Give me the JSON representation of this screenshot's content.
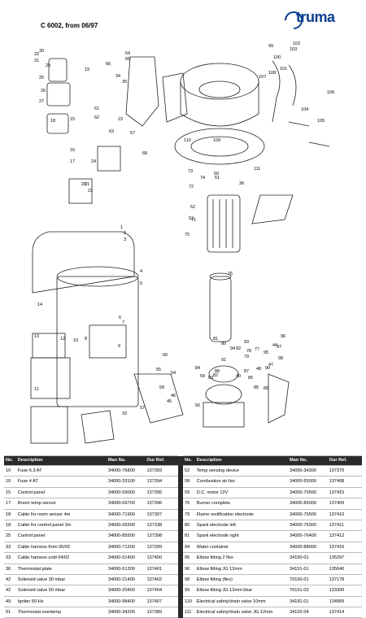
{
  "header": {
    "title": "C 6002, from 06/97",
    "logo_text": "truma"
  },
  "diagram": {
    "labels": [
      "28",
      "32",
      "31",
      "30",
      "29",
      "25",
      "27",
      "26",
      "19",
      "24",
      "20",
      "23",
      "18",
      "15",
      "16",
      "17",
      "21",
      "22",
      "14",
      "13",
      "12",
      "10",
      "11",
      "1",
      "2",
      "3",
      "4",
      "5",
      "6",
      "7",
      "8",
      "9",
      "33",
      "34",
      "35",
      "36",
      "44",
      "45",
      "46",
      "47",
      "48",
      "49",
      "50",
      "51",
      "52",
      "53",
      "54",
      "55",
      "56",
      "57",
      "58",
      "59",
      "60",
      "61",
      "62",
      "63",
      "64",
      "65",
      "66",
      "67",
      "68",
      "69",
      "70",
      "71",
      "72",
      "73",
      "74",
      "75",
      "76",
      "77",
      "78",
      "79",
      "80",
      "81",
      "82",
      "83",
      "84",
      "85",
      "86",
      "87",
      "88",
      "89",
      "90",
      "91",
      "92",
      "93",
      "94",
      "95",
      "96",
      "97",
      "98",
      "99",
      "100",
      "101",
      "102",
      "103",
      "104",
      "105",
      "106",
      "107",
      "108",
      "109",
      "110",
      "111"
    ]
  },
  "table": {
    "headers": [
      "No.",
      "Description",
      "Man No.",
      "Our Ref.",
      "No.",
      "Description",
      "Man No.",
      "Our Ref."
    ],
    "rows": [
      [
        [
          "10",
          "Fuse 6.3 AT",
          "34000-76800",
          "137393"
        ],
        [
          "52",
          "Temp sensing device",
          "34000-34300",
          "137370"
        ]
      ],
      [
        [
          "10",
          "Fuse 4 AT",
          "34000-33100",
          "137394"
        ],
        [
          "58",
          "Combustion air fan",
          "34000-55000",
          "137408"
        ]
      ],
      [
        [
          "15",
          "Control panel",
          "34000-59000",
          "137395"
        ],
        [
          "59",
          "D.C. motor 12V",
          "34000-70500",
          "137415"
        ]
      ],
      [
        [
          "17",
          "Room temp sensor",
          "34000-69700",
          "137396"
        ],
        [
          "76",
          "Burner complete",
          "34000-85000",
          "137409"
        ]
      ],
      [
        [
          "18",
          "Cable for room sensor 4m",
          "34000-71900",
          "137397"
        ],
        [
          "79",
          "Flame rectification electrode",
          "34000-76500",
          "137410"
        ]
      ],
      [
        [
          "18",
          "Cable for control panel 3m",
          "34000-09300",
          "137338"
        ],
        [
          "80",
          "Spark electrode left",
          "34000-76300",
          "137411"
        ]
      ],
      [
        [
          "25",
          "Control panel",
          "34000-85500",
          "137398"
        ],
        [
          "81",
          "Spark electrode right",
          "34000-76400",
          "137412"
        ]
      ],
      [
        [
          "33",
          "Cable harness from 05/02",
          "34000-71200",
          "137399"
        ],
        [
          "94",
          "Water container",
          "34000-88000",
          "137416"
        ]
      ],
      [
        [
          "33",
          "Cable harness until 04/02",
          "34000-51400",
          "137400"
        ],
        [
          "95",
          "Elbow fitting 2 flex",
          "34150-01",
          "135297"
        ]
      ],
      [
        [
          "36",
          "Thermostat plate",
          "34000-51300",
          "137401"
        ],
        [
          "96",
          "Elbow fitting JG 12mm",
          "34151-01",
          "135640"
        ]
      ],
      [
        [
          "42",
          "Solenoid valve 30 mbar",
          "34000-21400",
          "137402"
        ],
        [
          "98",
          "Elbow fitting (flex)",
          "70150-01",
          "137178"
        ]
      ],
      [
        [
          "42",
          "Solenoid valve 50 mbar",
          "34000-20400",
          "137404"
        ],
        [
          "99",
          "Elbow fitting JG 12mm blue",
          "70151-03",
          "133300"
        ]
      ],
      [
        [
          "49",
          "Igniter 50 Hz",
          "34000-98400",
          "137407"
        ],
        [
          "110",
          "Electrical safety/drain valve 10mm",
          "34191-01",
          "134959"
        ]
      ],
      [
        [
          "51",
          "Thermostat overtemp",
          "34000-34200",
          "137389"
        ],
        [
          "111",
          "Electrical safety/drain valve JG 12mm",
          "34102-04",
          "137414"
        ]
      ]
    ]
  }
}
